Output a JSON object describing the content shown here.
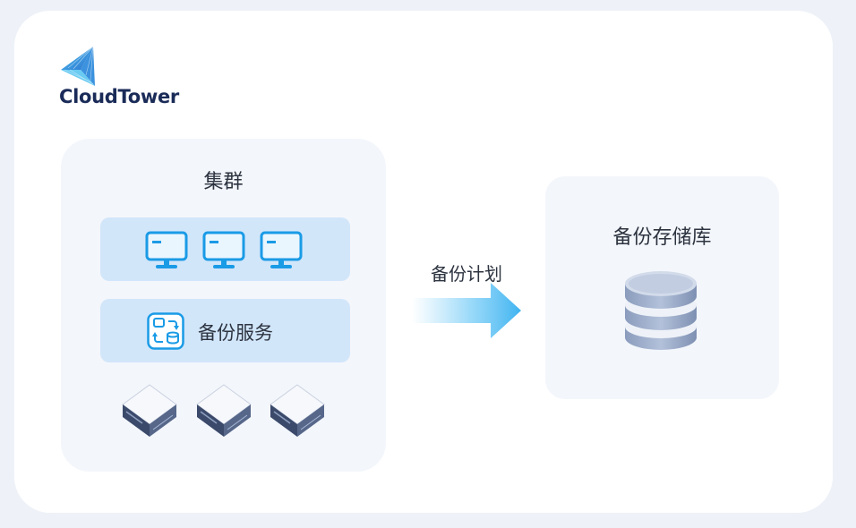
{
  "brand": {
    "name": "CloudTower",
    "icon": "cloudtower-logo-icon"
  },
  "cluster": {
    "title": "集群",
    "vm_icons": [
      "monitor-icon",
      "monitor-icon",
      "monitor-icon"
    ],
    "service": {
      "label": "备份服务",
      "icon": "backup-service-icon"
    },
    "host_icons": [
      "server-icon",
      "server-icon",
      "server-icon"
    ]
  },
  "flow": {
    "label": "备份计划",
    "icon": "right-arrow-icon"
  },
  "repository": {
    "title": "备份存储库",
    "icon": "database-icon"
  },
  "colors": {
    "background": "#eef2f8",
    "card": "#ffffff",
    "panel": "#f3f6fb",
    "row": "#d2e6fa",
    "accent": "#1a9be6",
    "brand_text": "#1a2b58",
    "text": "#2d3440"
  }
}
